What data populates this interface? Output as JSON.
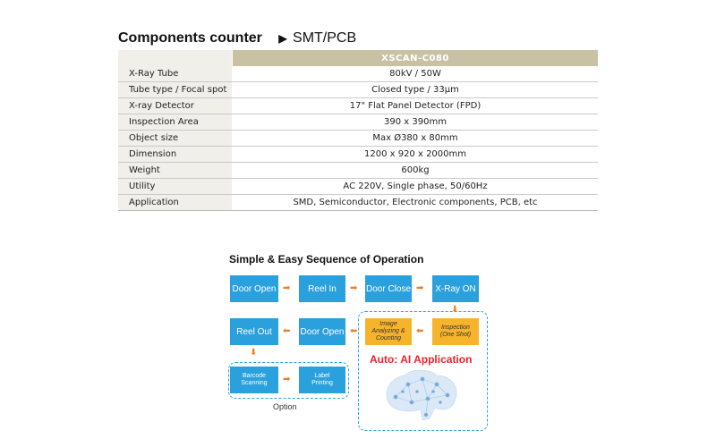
{
  "header": {
    "title": "Components counter",
    "arrow": "▶",
    "subtitle": "SMT/PCB"
  },
  "spec_table": {
    "model": "XSCAN-C080",
    "rows": [
      {
        "label": "X-Ray Tube",
        "value": "80kV / 50W"
      },
      {
        "label": "Tube type / Focal spot",
        "value": "Closed type / 33μm"
      },
      {
        "label": "X-ray Detector",
        "value": "17\" Flat Panel Detector (FPD)"
      },
      {
        "label": "Inspection Area",
        "value": "390 x 390mm"
      },
      {
        "label": "Object size",
        "value": "Max Ø380 x 80mm"
      },
      {
        "label": "Dimension",
        "value": "1200 x 920 x 2000mm"
      },
      {
        "label": "Weight",
        "value": "600kg"
      },
      {
        "label": "Utility",
        "value": "AC 220V, Single phase, 50/60Hz"
      },
      {
        "label": "Application",
        "value": "SMD, Semiconductor, Electronic components, PCB, etc"
      }
    ]
  },
  "sequence": {
    "title": "Simple & Easy Sequence of Operation",
    "steps": {
      "door_open_1": "Door Open",
      "reel_in": "Reel In",
      "door_close": "Door Close",
      "xray_on": "X-Ray ON",
      "inspection": "Inspection\n(One Shot)",
      "image_analyzing": "Image\nAnalyzing &\nCounting",
      "door_open_2": "Door Open",
      "reel_out": "Reel Out",
      "barcode": "Barcode\nScanning",
      "label_printing": "Label\nPrinting"
    },
    "ai_label": "Auto: AI Application",
    "option_label": "Option",
    "colors": {
      "step_blue": "#2aa0dc",
      "step_orange": "#f6b42c",
      "arrow": "#f07d1e",
      "ai_red": "#e8262a",
      "table_header": "#c9c1a4"
    }
  }
}
